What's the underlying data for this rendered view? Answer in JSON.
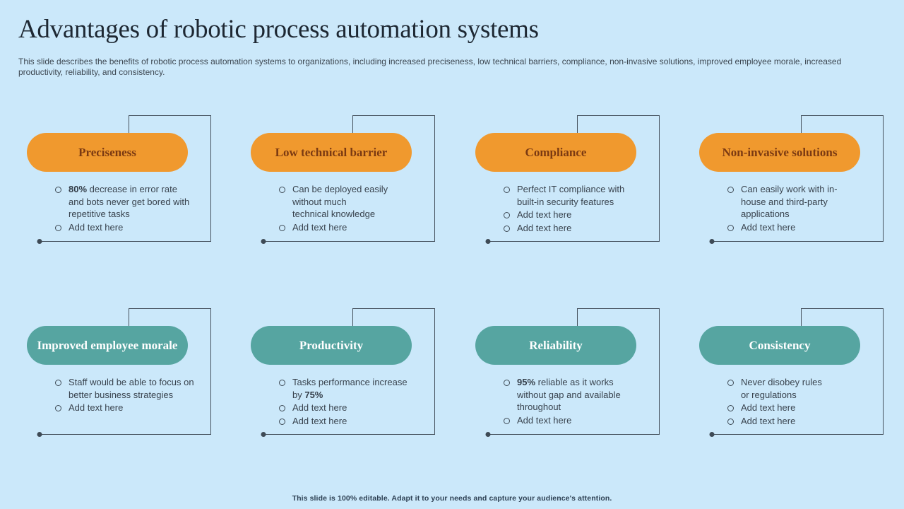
{
  "slide": {
    "title": "Advantages of robotic process automation systems",
    "description": "This slide describes the benefits of robotic process automation systems to organizations, including increased preciseness, low technical barriers, compliance, non-invasive solutions, improved employee morale, increased\nproductivity, reliability, and consistency.",
    "footer": "This slide is 100% editable. Adapt it to your needs and capture your audience's attention.",
    "colors": {
      "background": "#cbe8fa",
      "orange_pill": "#f0992e",
      "orange_pill_text": "#7b3a12",
      "teal_pill": "#56a5a1",
      "teal_pill_text": "#ffffff",
      "connector_line": "#44505c",
      "body_text": "#39434e"
    }
  },
  "cards": [
    {
      "title": "Preciseness",
      "theme": "orange",
      "bullets": [
        "**80%** decrease in error rate\nand bots never get bored with\nrepetitive tasks",
        "Add text here"
      ]
    },
    {
      "title": "Low technical barrier",
      "theme": "orange",
      "bullets": [
        "Can be deployed easily\nwithout much\ntechnical knowledge",
        "Add text here"
      ]
    },
    {
      "title": "Compliance",
      "theme": "orange",
      "bullets": [
        "Perfect IT compliance with\nbuilt-in security features",
        "Add text here",
        "Add text here"
      ]
    },
    {
      "title": "Non-invasive solutions",
      "theme": "orange",
      "bullets": [
        "Can easily work with in-\nhouse and third-party\napplications",
        "Add text here"
      ]
    },
    {
      "title": "Improved employee morale",
      "theme": "teal",
      "bullets": [
        "Staff would be able to focus on\nbetter business strategies",
        "Add text here"
      ]
    },
    {
      "title": "Productivity",
      "theme": "teal",
      "bullets": [
        "Tasks performance increase\nby **75%**",
        "Add text here",
        "Add text here"
      ]
    },
    {
      "title": "Reliability",
      "theme": "teal",
      "bullets": [
        "**95%** reliable as it works\nwithout gap and available\nthroughout",
        "Add text here"
      ]
    },
    {
      "title": "Consistency",
      "theme": "teal",
      "bullets": [
        "Never disobey rules\nor regulations",
        "Add text here",
        "Add text here"
      ]
    }
  ]
}
